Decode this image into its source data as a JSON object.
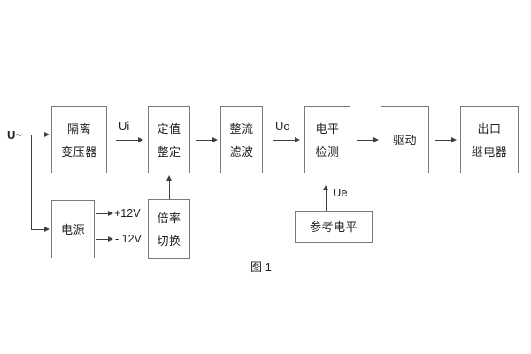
{
  "figure": {
    "caption": "图 1",
    "input_label": "U~",
    "blocks": [
      {
        "id": "isolation-transformer",
        "lines": [
          "隔离",
          "变压器"
        ]
      },
      {
        "id": "setting-value",
        "lines": [
          "定值",
          "整定"
        ]
      },
      {
        "id": "rectify-filter",
        "lines": [
          "整流",
          "滤波"
        ]
      },
      {
        "id": "level-detection",
        "lines": [
          "电平",
          "检测"
        ]
      },
      {
        "id": "driver",
        "lines": [
          "驱动"
        ]
      },
      {
        "id": "output-relay",
        "lines": [
          "出口",
          "继电器"
        ]
      },
      {
        "id": "power-supply",
        "lines": [
          "电源"
        ]
      },
      {
        "id": "ratio-switch",
        "lines": [
          "倍率",
          "切换"
        ]
      },
      {
        "id": "reference-level",
        "lines": [
          "参考电平"
        ]
      }
    ],
    "signals": {
      "ui": "Ui",
      "uo": "Uo",
      "ue": "Ue",
      "pos12v": "+12V",
      "neg12v": "- 12V"
    },
    "colors": {
      "box_border": "#7a7a7a",
      "line": "#3f3f3f",
      "text": "#231f20",
      "background": "#ffffff"
    }
  }
}
